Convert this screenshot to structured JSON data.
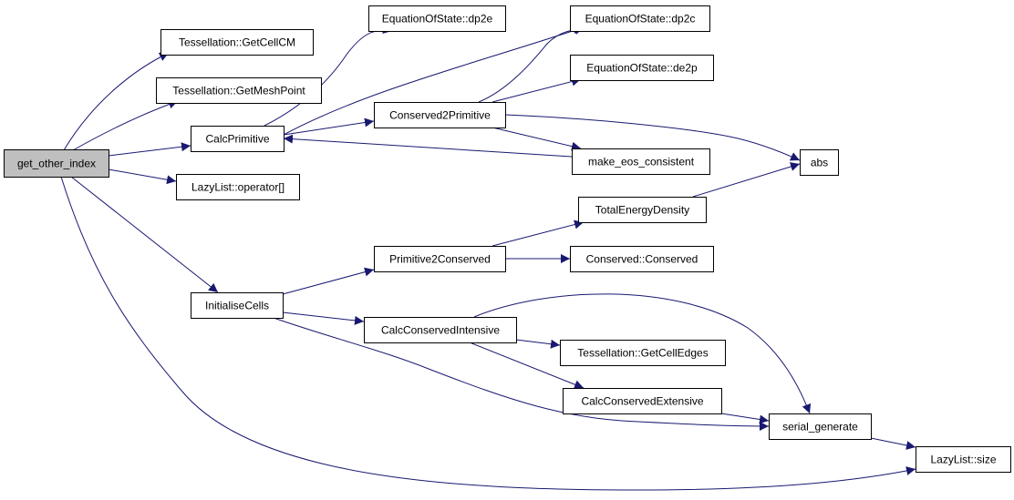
{
  "graph": {
    "colors": {
      "edge": "#191970",
      "node_border": "#000000",
      "node_fill": "#ffffff",
      "root_fill": "#bfbfbf"
    },
    "nodes": [
      {
        "id": "root",
        "label": "get_other_index",
        "is_root": true
      },
      {
        "id": "getcellcm",
        "label": "Tessellation::GetCellCM"
      },
      {
        "id": "getmeshpoint",
        "label": "Tessellation::GetMeshPoint"
      },
      {
        "id": "calcprimitive",
        "label": "CalcPrimitive"
      },
      {
        "id": "lazyop",
        "label": "LazyList::operator[]"
      },
      {
        "id": "initialisecells",
        "label": "InitialiseCells"
      },
      {
        "id": "dp2e",
        "label": "EquationOfState::dp2e"
      },
      {
        "id": "dp2c",
        "label": "EquationOfState::dp2c"
      },
      {
        "id": "de2p",
        "label": "EquationOfState::de2p"
      },
      {
        "id": "cons2prim",
        "label": "Conserved2Primitive"
      },
      {
        "id": "makeeos",
        "label": "make_eos_consistent"
      },
      {
        "id": "abs",
        "label": "abs"
      },
      {
        "id": "totalenergy",
        "label": "TotalEnergyDensity"
      },
      {
        "id": "prim2cons",
        "label": "Primitive2Conserved"
      },
      {
        "id": "conserved",
        "label": "Conserved::Conserved"
      },
      {
        "id": "calcconsint",
        "label": "CalcConservedIntensive"
      },
      {
        "id": "getcelledges",
        "label": "Tessellation::GetCellEdges"
      },
      {
        "id": "calcconsext",
        "label": "CalcConservedExtensive"
      },
      {
        "id": "serialgen",
        "label": "serial_generate"
      },
      {
        "id": "lazysize",
        "label": "LazyList::size"
      }
    ],
    "edges": [
      {
        "from": "root",
        "to": "getcellcm"
      },
      {
        "from": "root",
        "to": "getmeshpoint"
      },
      {
        "from": "root",
        "to": "calcprimitive"
      },
      {
        "from": "root",
        "to": "lazyop"
      },
      {
        "from": "root",
        "to": "initialisecells"
      },
      {
        "from": "root",
        "to": "lazysize"
      },
      {
        "from": "calcprimitive",
        "to": "dp2e"
      },
      {
        "from": "calcprimitive",
        "to": "dp2c"
      },
      {
        "from": "calcprimitive",
        "to": "cons2prim"
      },
      {
        "from": "cons2prim",
        "to": "dp2c"
      },
      {
        "from": "cons2prim",
        "to": "de2p"
      },
      {
        "from": "cons2prim",
        "to": "makeeos"
      },
      {
        "from": "cons2prim",
        "to": "abs"
      },
      {
        "from": "makeeos",
        "to": "calcprimitive"
      },
      {
        "from": "initialisecells",
        "to": "prim2cons"
      },
      {
        "from": "initialisecells",
        "to": "calcconsint"
      },
      {
        "from": "initialisecells",
        "to": "serialgen"
      },
      {
        "from": "prim2cons",
        "to": "totalenergy"
      },
      {
        "from": "prim2cons",
        "to": "conserved"
      },
      {
        "from": "totalenergy",
        "to": "abs"
      },
      {
        "from": "calcconsint",
        "to": "getcelledges"
      },
      {
        "from": "calcconsint",
        "to": "calcconsext"
      },
      {
        "from": "calcconsint",
        "to": "serialgen"
      },
      {
        "from": "calcconsext",
        "to": "serialgen"
      },
      {
        "from": "serialgen",
        "to": "lazysize"
      }
    ]
  }
}
